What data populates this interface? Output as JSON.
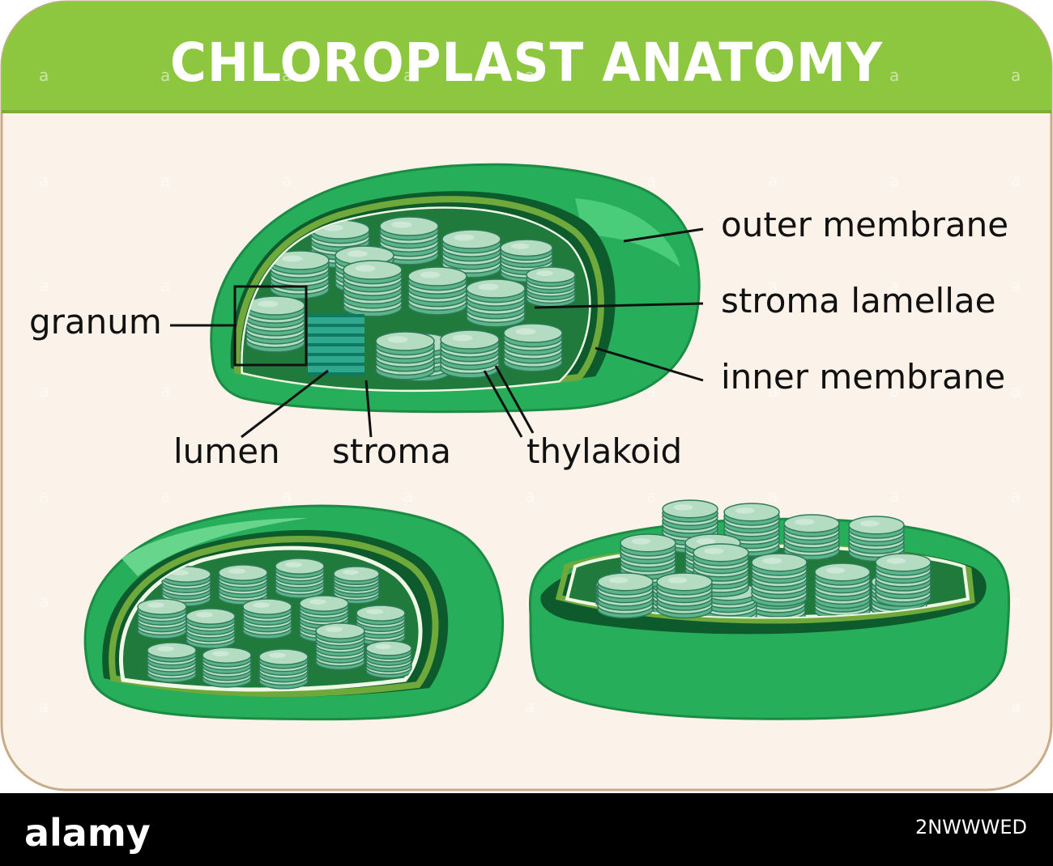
{
  "title": "CHLOROPLAST ANATOMY",
  "labels": {
    "outer_membrane": "outer membrane",
    "stroma_lamellae": "stroma lamellae",
    "inner_membrane": "inner membrane",
    "granum": "granum",
    "lumen": "lumen",
    "stroma": "stroma",
    "thylakoid": "thylakoid"
  },
  "watermark": {
    "brand": "alamy",
    "image_id": "2NWWWED"
  },
  "colors": {
    "header_green": "#8dc63f",
    "panel_bg": "#fbf2ea",
    "panel_border": "#c8ab87",
    "outer_green": "#27ae5a",
    "outer_light": "#4fcf7a",
    "dark_green": "#0d5a2c",
    "band_green": "#6fa83b",
    "stroma_green": "#1f7a3c",
    "disc_top": "#b3dcc0",
    "disc_side": "#5cb48b",
    "disc_line": "#2e7a5a",
    "footer_bg": "#000000"
  }
}
